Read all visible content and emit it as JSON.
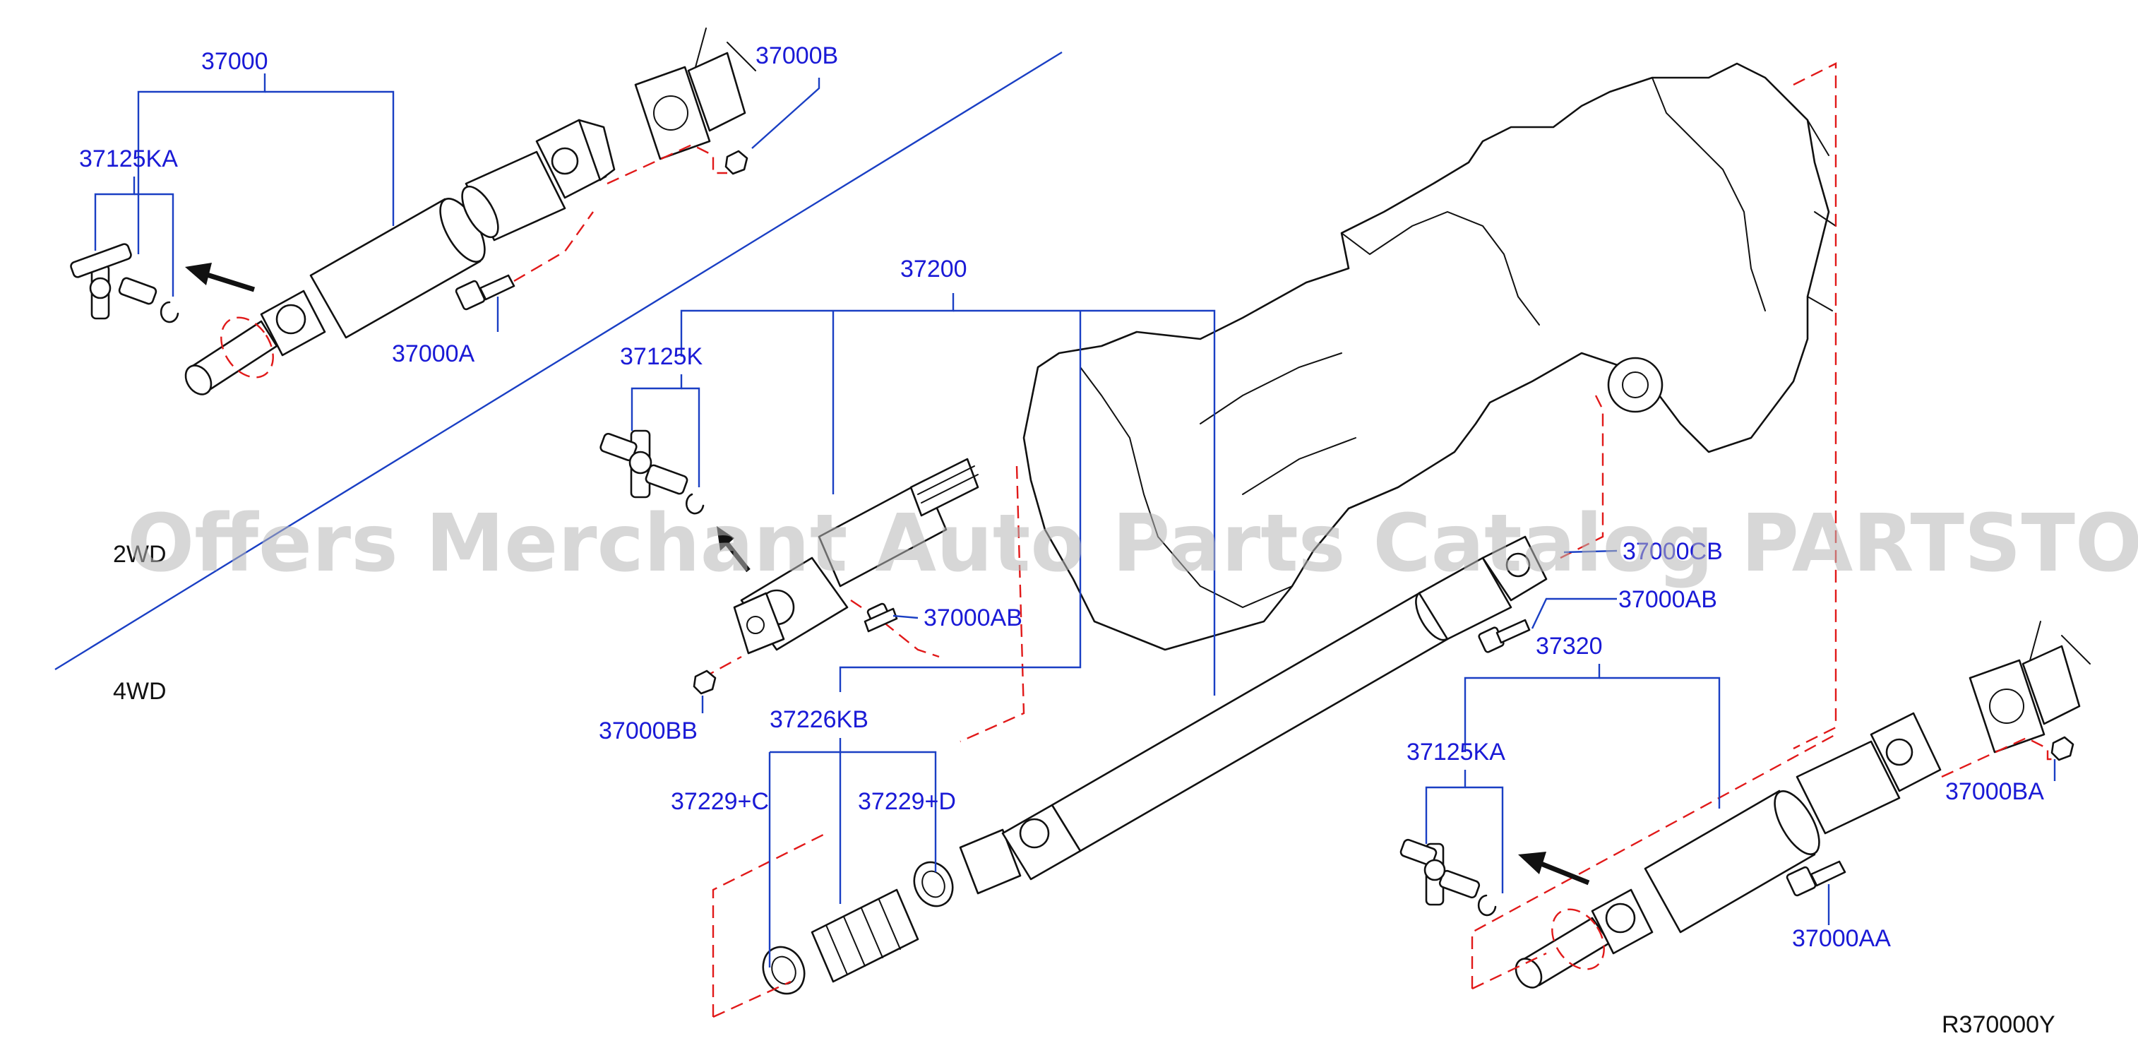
{
  "sections": {
    "two_wd": "2WD",
    "four_wd": "4WD"
  },
  "parts": {
    "p37000": "37000",
    "p37125KA_top": "37125KA",
    "p37000B": "37000B",
    "p37000A": "37000A",
    "p37200": "37200",
    "p37125K": "37125K",
    "p37000AB_left": "37000AB",
    "p37000BB": "37000BB",
    "p37226KB": "37226KB",
    "p37229C": "37229+C",
    "p37229D": "37229+D",
    "p37000CB": "37000CB",
    "p37000AB_right": "37000AB",
    "p37320": "37320",
    "p37125KA_bottom": "37125KA",
    "p37000BA": "37000BA",
    "p37000AA": "37000AA"
  },
  "diagram_code": "R370000Y",
  "watermark": "Offers Merchant Auto Parts Catalog PARTSTORE.SA",
  "colors": {
    "label": "#1a1ad6",
    "leader": "#1a3fc4",
    "dash": "#e11919",
    "ink": "#111111"
  }
}
